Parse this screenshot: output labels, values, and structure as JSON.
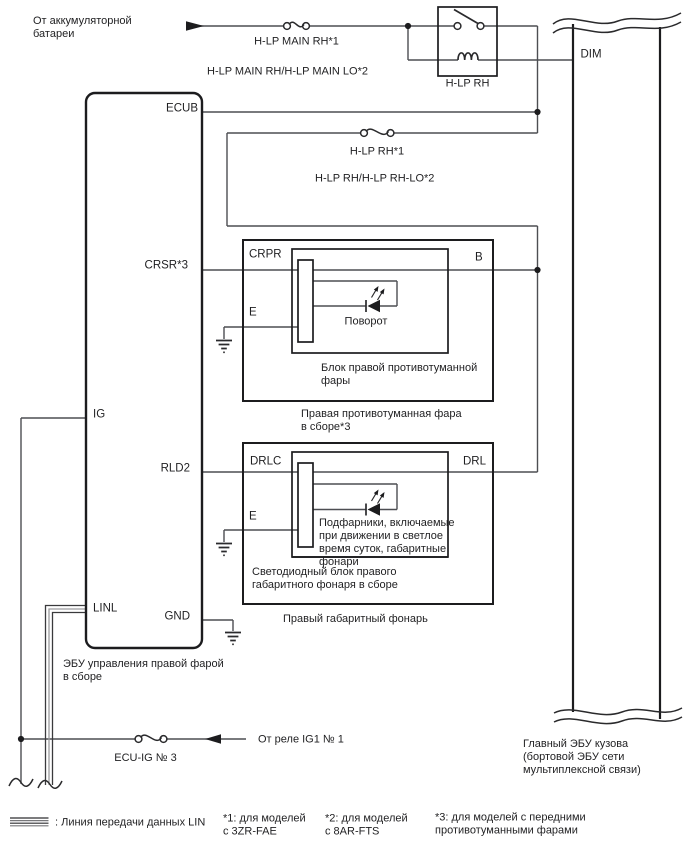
{
  "diagram": {
    "battery_source": [
      "От аккумуляторной",
      "батареи"
    ],
    "fuse_main": "H-LP MAIN RH*1",
    "fuse_main_alt": "H-LP MAIN RH/H-LP MAIN LO*2",
    "relay_name": "H-LP RH",
    "fuse_rh": "H-LP RH*1",
    "fuse_rh_alt": "H-LP RH/H-LP RH-LO*2",
    "body_ecu": {
      "pin_dim": "DIM",
      "caption": [
        "Главный ЭБУ кузова",
        "(бортовой ЭБУ сети",
        "мультиплексной связи)"
      ]
    },
    "ecu": {
      "pin_ecub": "ECUB",
      "pin_crsr": "CRSR*3",
      "pin_ig": "IG",
      "pin_rld2": "RLD2",
      "pin_linl": "LINL",
      "pin_gnd": "GND",
      "caption": [
        "ЭБУ управления правой фарой",
        "в сборе"
      ]
    },
    "fog": {
      "pin_crpr": "CRPR",
      "pin_b": "B",
      "pin_e": "E",
      "led_label": "Поворот",
      "inner_caption": [
        "Блок правой противотуманной",
        "фары"
      ],
      "caption": [
        "Правая противотуманная фара",
        "в сборе*3"
      ]
    },
    "drl": {
      "pin_drlc": "DRLC",
      "pin_drl": "DRL",
      "pin_e": "E",
      "led_label": [
        "Подфарники, включаемые",
        "при движении в светлое",
        "время суток, габаритные",
        "фонари"
      ],
      "inner_caption": [
        "Светодиодный блок правого",
        "габаритного фонаря в сборе"
      ],
      "caption": "Правый габаритный фонарь"
    },
    "ig_source": "От реле IG1 № 1",
    "fuse_ig": "ECU-IG № 3"
  },
  "legend": {
    "lin_label": ": Линия передачи данных LIN",
    "note1": [
      "*1: для моделей",
      "с 3ZR-FAE"
    ],
    "note2": [
      "*2: для моделей",
      "с 8AR-FTS"
    ],
    "note3": [
      "*3: для моделей с передними",
      "противотуманными фарами"
    ]
  },
  "colors": {
    "wire": "#4d4e52",
    "box": "#1c1c1e",
    "text": "#1f1f21",
    "background": "#ffffff"
  }
}
